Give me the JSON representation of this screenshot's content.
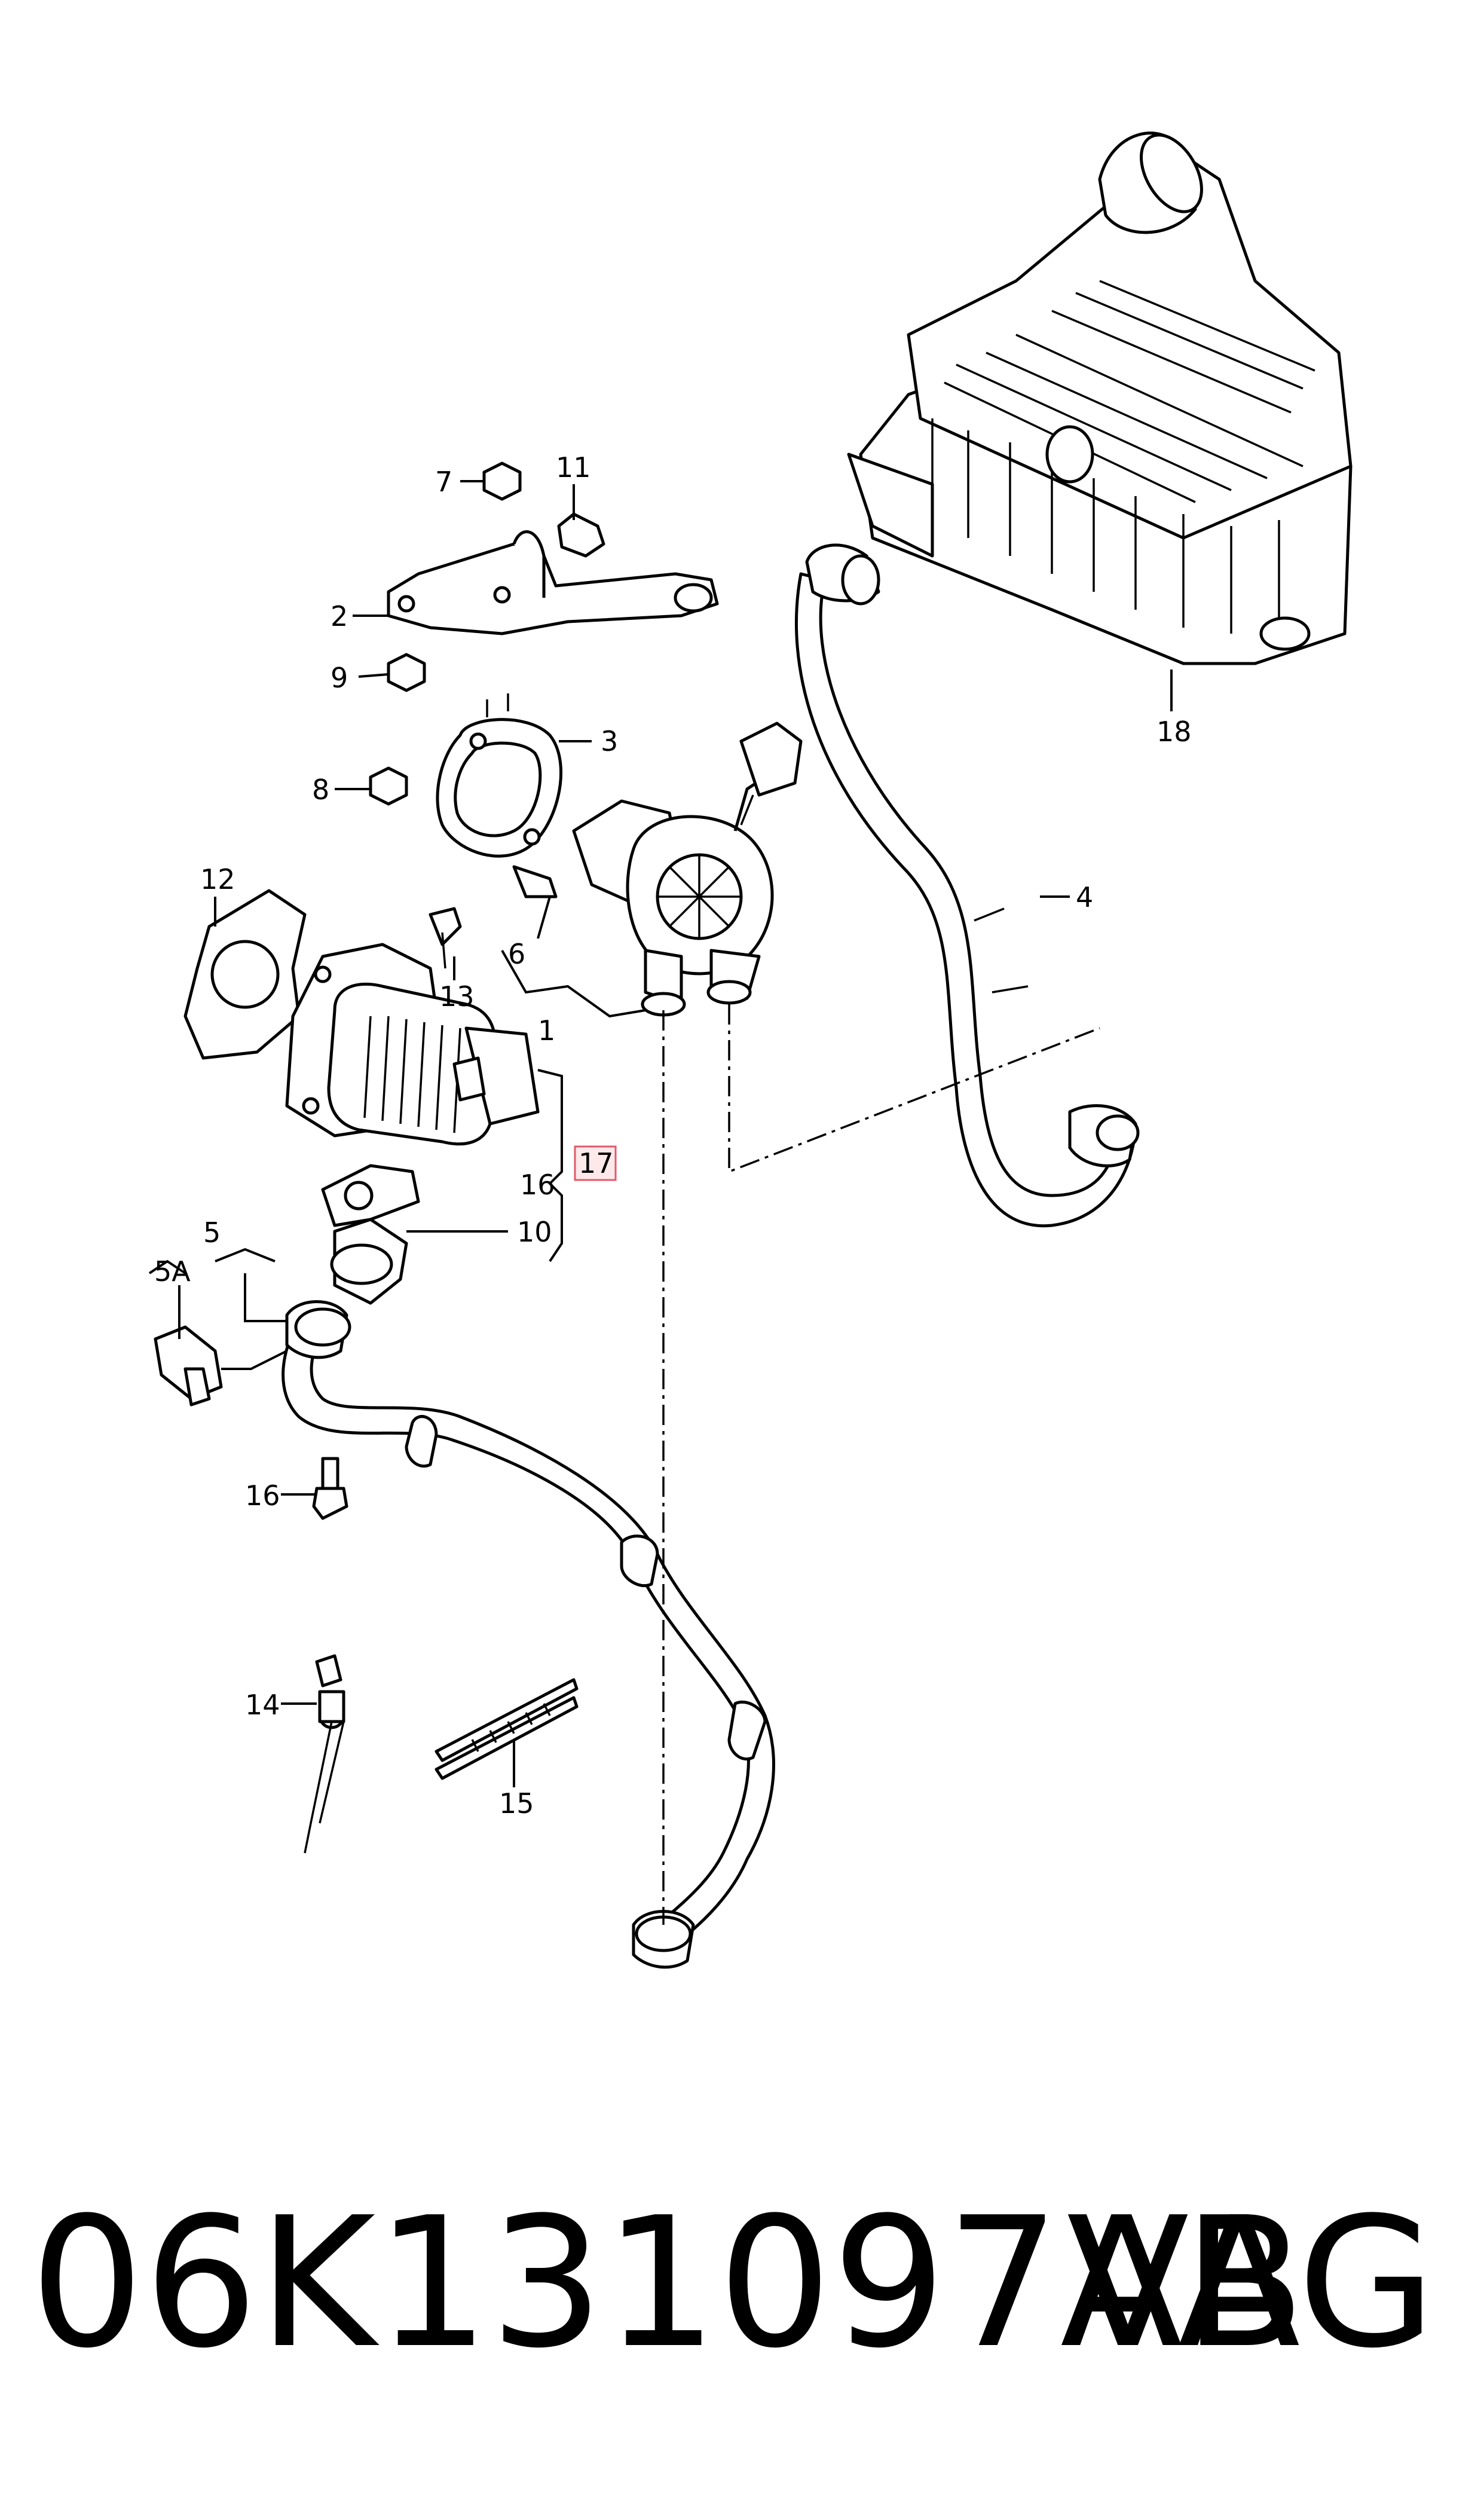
{
  "callouts": {
    "c1": "1",
    "c2": "2",
    "c3": "3",
    "c4": "4",
    "c5": "5",
    "c5a": "5A",
    "c6": "6",
    "c7": "7",
    "c8": "8",
    "c9": "9",
    "c10": "10",
    "c11": "11",
    "c12": "12",
    "c13": "13",
    "c14": "14",
    "c15": "15",
    "c16a": "16",
    "c16b": "16",
    "c17": "17",
    "c18": "18"
  },
  "footer": {
    "part_number": "06K131097AB",
    "brand": "VAG"
  },
  "colors": {
    "highlight_box": "#e05a6a",
    "highlight_fill": "#fde8ea",
    "line": "#000000",
    "background": "#ffffff"
  }
}
